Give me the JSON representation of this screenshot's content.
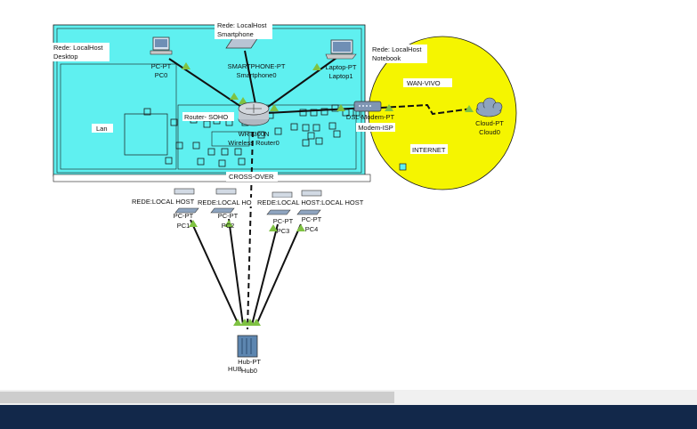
{
  "notes": {
    "smartphone": [
      "Rede: LocalHost",
      "Smartphone"
    ],
    "desktop": [
      "Rede: LocalHost",
      "Desktop"
    ],
    "notebook": [
      "Rede: LocalHost",
      "Notebook"
    ],
    "wan": "WAN-VIVO",
    "internet": "INTERNET",
    "lan": "Lan",
    "router_soho": "Router- SOHO",
    "cross_over": "CROSS-OVER",
    "hub_label": "HUB",
    "rede_pc1": "REDE:LOCAL HOST",
    "rede_pc2": "REDE:LOCAL HO",
    "rede_pc3": "REDE:LOCAL HOST",
    "rede_pc4": ":LOCAL HOST"
  },
  "devices": {
    "pc0": {
      "type": "PC-PT",
      "name": "PC0"
    },
    "smartphone0": {
      "type": "SMARTPHONE-PT",
      "name": "Smartphone0"
    },
    "laptop1": {
      "type": "Laptop-PT",
      "name": "Laptop1"
    },
    "router0": {
      "type": "WRT300N",
      "name": "Wireless Router0"
    },
    "modem": {
      "type": "DSL-Modem-PT",
      "name": "Modem-ISP"
    },
    "cloud0": {
      "type": "Cloud-PT",
      "name": "Cloud0"
    },
    "pc1": {
      "type": "PC-PT",
      "name": "PC1"
    },
    "pc2": {
      "type": "PC-PT",
      "name": "PC2"
    },
    "pc3": {
      "type": "PC-PT",
      "name": "PC3"
    },
    "pc4": {
      "type": "PC-PT",
      "name": "PC4"
    },
    "hub0": {
      "type": "Hub-PT",
      "name": "Hub0"
    }
  },
  "colors": {
    "lan_area": "#5ff0f0",
    "wan_area": "#f5f500",
    "link_indicator": "#7fc242",
    "bottom_bar": "#12284a"
  }
}
